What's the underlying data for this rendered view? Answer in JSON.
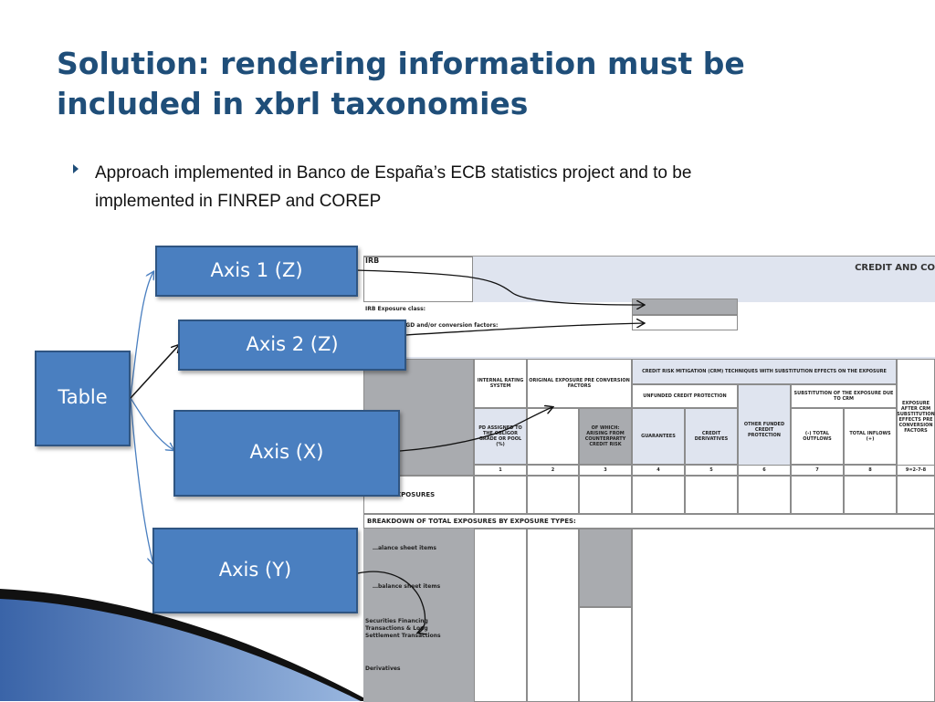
{
  "slide": {
    "title_line1": "Solution: rendering information must be",
    "title_line2": "included in xbrl taxonomies",
    "bullet_line1": "Approach implemented in Banco de España’s ECB statistics project and to be",
    "bullet_line2": "implemented in FINREP and COREP"
  },
  "diagram": {
    "table_label": "Table",
    "axis1_label": "Axis 1 (Z)",
    "axis2_label": "Axis 2 (Z)",
    "axisx_label": "Axis (X)",
    "axisy_label": "Axis (Y)"
  },
  "sheet": {
    "irb": "IRB",
    "title": "CREDIT AND CO",
    "irb_exposure_class": "IRB Exposure class:",
    "lgd_label": "…ators of LGD and/or conversion factors:",
    "crm_header": "CREDIT RISK MITIGATION (CRM) TECHNIQUES WITH SUBSTITUTION EFFECTS ON THE EXPOSURE",
    "internal_rating": "INTERNAL RATING SYSTEM",
    "original_exposure": "ORIGINAL EXPOSURE PRE CONVERSION FACTORS",
    "unfunded": "UNFUNDED CREDIT PROTECTION",
    "other_funded": "OTHER FUNDED CREDIT PROTECTION",
    "substitution": "SUBSTITUTION OF THE EXPOSURE DUE TO CRM",
    "exposure_after": "EXPOSURE AFTER CRM SUBSTITUTION EFFECTS PRE CONVERSION FACTORS",
    "pd_assigned": "PD ASSIGNED TO THE OBLIGOR GRADE OR POOL (%)",
    "of_which": "OF WHICH: ARISING FROM COUNTERPARTY CREDIT RISK",
    "guarantees": "GUARANTEES",
    "credit_derivatives": "CREDIT DERIVATIVES",
    "total_outflows": "(-) TOTAL OUTFLOWS",
    "total_inflows": "TOTAL INFLOWS (+)",
    "col_numbers": [
      "1",
      "2",
      "3",
      "4",
      "5",
      "6",
      "7",
      "8",
      "9=2-7-8"
    ],
    "total_exposures": "EXPOSURES",
    "breakdown": "BREAKDOWN OF TOTAL EXPOSURES BY EXPOSURE TYPES:",
    "on_balance": "…alance sheet items",
    "off_balance": "…balance sheet items",
    "sft_line1": "Securities Financing",
    "sft_line2": "Transactions & Long",
    "sft_line3": "Settlement Transactions",
    "derivatives": "Derivatives"
  }
}
